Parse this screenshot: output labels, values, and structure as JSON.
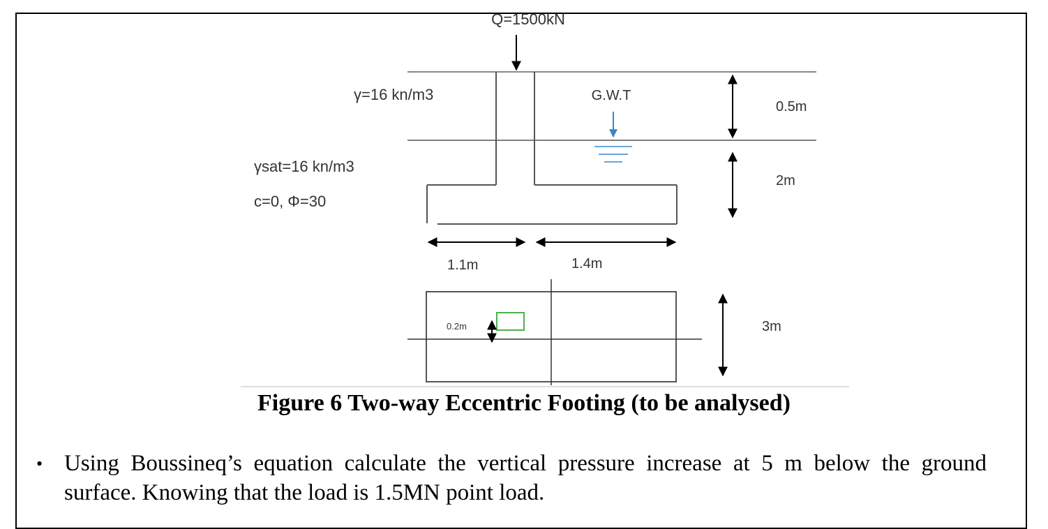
{
  "diagram": {
    "load_label": "Q=1500kN",
    "gamma_label": "γ=16 kn/m3",
    "gamma_sat_label": "γsat=16 kn/m3",
    "soil_params_label": "c=0, Φ=30",
    "gwt_label": "G.W.T",
    "depth_top_label": "0.5m",
    "depth_second_label": "2m",
    "left_width_label": "1.1m",
    "right_width_label": "1.4m",
    "plan_offset_label": "0.2m",
    "plan_length_label": "3m"
  },
  "caption": "Figure 6 Two-way Eccentric Footing (to be analysed)",
  "question": {
    "bullet_symbol": "•",
    "text": "Using Boussineq’s equation calculate the vertical pressure increase at 5 m below the ground surface. Knowing that the load is 1.5MN point load."
  }
}
